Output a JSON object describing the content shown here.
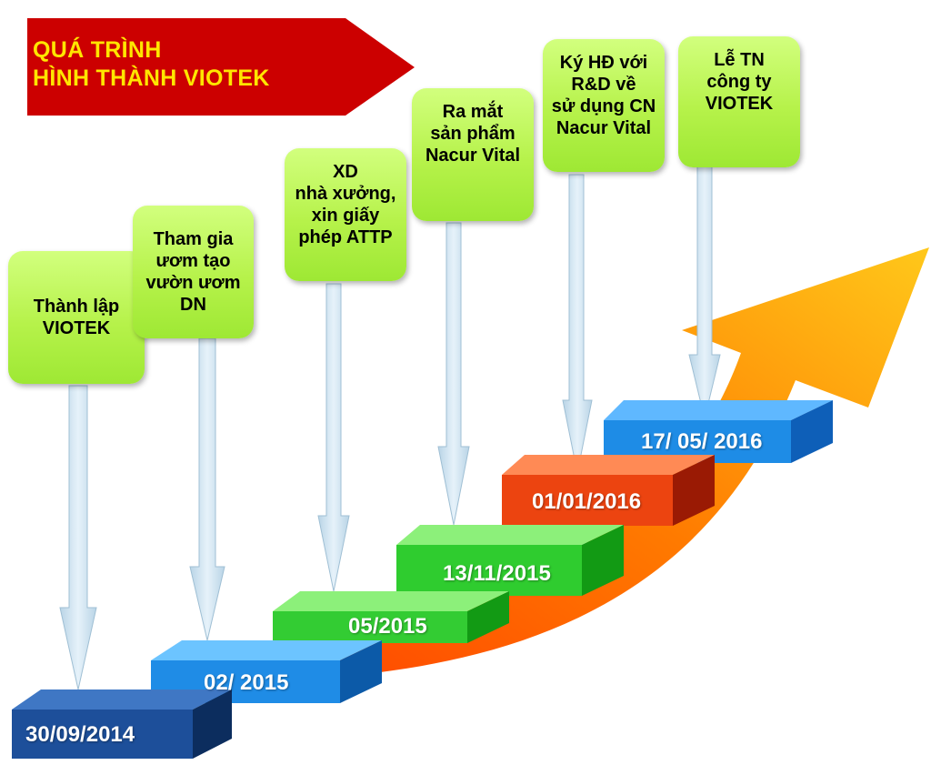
{
  "title": {
    "line1": "QUÁ TRÌNH",
    "line2": "HÌNH THÀNH VIOTEK"
  },
  "colors": {
    "title_banner": "#cc0000",
    "title_text": "#ffe600",
    "note_fill": "#b6f24a",
    "connector_arrow": "#cde3f0",
    "growth_arrow_start": "#ff5a00",
    "growth_arrow_end": "#ffc20a",
    "step_dark_blue": "#1d4f9a",
    "step_light_blue": "#1f8ce6",
    "step_green": "#2fcc2f",
    "step_orange": "#ec4410"
  },
  "milestones": [
    {
      "date": "30/09/2014",
      "event": "Thành lập\nVIOTEK"
    },
    {
      "date": "02/ 2015",
      "event": "Tham gia\nươm tạo\nvườn ươm\nDN"
    },
    {
      "date": "05/2015",
      "event": "XD\nnhà xưởng,\nxin giấy\nphép ATTP"
    },
    {
      "date": "13/11/2015",
      "event": "Ra mắt\nsản phẩm\nNacur Vital"
    },
    {
      "date": "01/01/2016",
      "event": "Ký HĐ với\nR&D về\nsử dụng CN\nNacur Vital"
    },
    {
      "date": "17/ 05/ 2016",
      "event": "Lễ TN\ncông ty\nVIOTEK"
    }
  ]
}
